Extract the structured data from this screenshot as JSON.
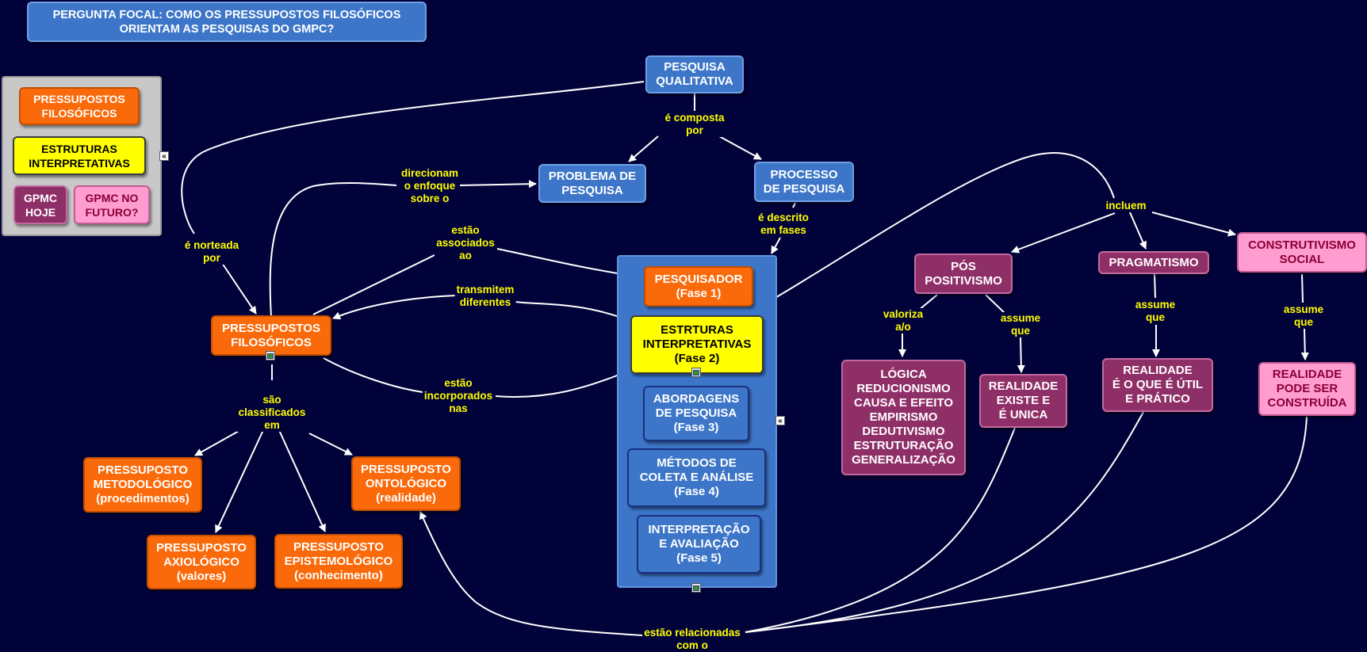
{
  "focal_question": "PERGUNTA FOCAL: COMO OS PRESSUPOSTOS FILOSÓFICOS\nORIENTAM AS PESQUISAS DO GMPC?",
  "legend": {
    "item1": "PRESSUPOSTOS\nFILOSÓFICOS",
    "item2": "ESTRUTURAS\nINTERPRETATIVAS",
    "item3": "GPMC\nHOJE",
    "item4": "GPMC NO\nFUTURO?"
  },
  "concepts": {
    "pesquisa_qualitativa": "PESQUISA\nQUALITATIVA",
    "problema_pesquisa": "PROBLEMA DE\nPESQUISA",
    "processo_pesquisa": "PROCESSO\nDE PESQUISA",
    "pressupostos": "PRESSUPOSTOS\nFILOSÓFICOS",
    "metodologico": "PRESSUPOSTO\nMETODOLÓGICO\n(procedimentos)",
    "axiologico": "PRESSUPOSTO\nAXIOLÓGICO\n(valores)",
    "epistemologico": "PRESSUPOSTO\nEPISTEMOLÓGICO\n(conhecimento)",
    "ontologico": "PRESSUPOSTO\nONTOLÓGICO\n(realidade)",
    "fase1": "PESQUISADOR\n(Fase 1)",
    "fase2": "ESTRTURAS\nINTERPRETATIVAS\n(Fase 2)",
    "fase3": "ABORDAGENS\nDE PESQUISA\n(Fase 3)",
    "fase4": "MÉTODOS DE\nCOLETA E ANÁLISE\n(Fase 4)",
    "fase5": "INTERPRETAÇÃO\nE AVALIAÇÃO\n(Fase 5)",
    "pos_positivismo": "PÓS\nPOSITIVISMO",
    "pragmatismo": "PRAGMATISMO",
    "construtivismo": "CONSTRUTIVISMO\nSOCIAL",
    "logica": "LÓGICA\nREDUCIONISMO\nCAUSA E EFEITO\nEMPIRISMO\nDEDUTIVISMO\nESTRUTURAÇÃO\nGENERALIZAÇÃO",
    "realidade_unica": "REALIDADE\nEXISTE E\nÉ UNICA",
    "realidade_util": "REALIDADE\nÉ O QUE É ÚTIL\nE PRÁTICO",
    "realidade_construida": "REALIDADE\nPODE SER\nCONSTRUÍDA"
  },
  "links": {
    "e_composta_por": "é composta\npor",
    "e_descrito_em_fases": "é descrito\nem fases",
    "direcionam": "direcionam\no enfoque\nsobre o",
    "e_norteada_por": "é norteada\npor",
    "estao_associados": "estão\nassociados\nao",
    "transmitem": "transmitem\ndiferentes",
    "estao_incorporados": "estão\nincorporados\nnas",
    "sao_classificados": "são\nclassificados\nem",
    "incluem": "incluem",
    "valoriza": "valoriza\na/o",
    "assume_que_1": "assume\nque",
    "assume_que_2": "assume\nque",
    "assume_que_3": "assume\nque",
    "relacionadas": "estão relacionadas\ncom o"
  },
  "colors": {
    "background": "#02023a",
    "link_text": "#ffff00",
    "blue": "#3d76c8",
    "orange": "#fa6a0a",
    "yellow": "#ffff00",
    "purple": "#8f2f68",
    "pink": "#ff9dd0"
  }
}
